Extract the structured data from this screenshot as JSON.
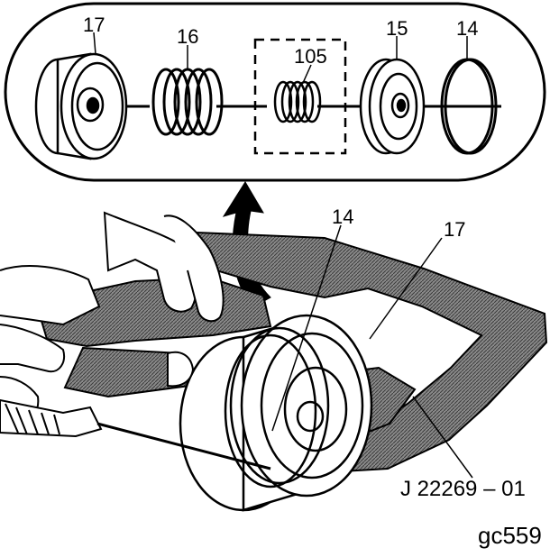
{
  "figure": {
    "callouts_inset": {
      "part_17": "17",
      "part_16": "16",
      "part_105": "105",
      "part_15": "15",
      "part_14": "14"
    },
    "callouts_main": {
      "part_14": "14",
      "part_17": "17"
    },
    "tool_label": "J 22269 – 01",
    "figure_id": "gc559"
  },
  "colors": {
    "line": "#000000",
    "background": "#ffffff",
    "hatch": "#6a6a6a"
  }
}
